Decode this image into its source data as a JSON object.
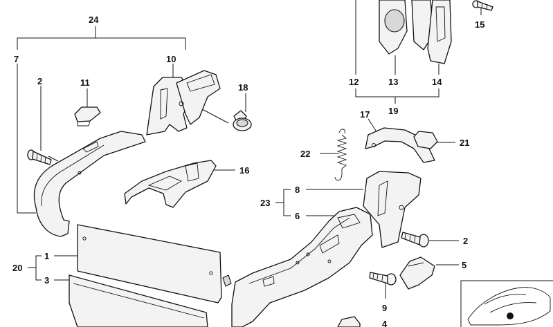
{
  "labels": {
    "l24": "24",
    "l7": "7",
    "l10": "10",
    "l2a": "2",
    "l11": "11",
    "l18": "18",
    "l15": "15",
    "l12": "12",
    "l13": "13",
    "l14": "14",
    "l19": "19",
    "l17": "17",
    "l21": "21",
    "l22": "22",
    "l16": "16",
    "l8": "8",
    "l23": "23",
    "l6": "6",
    "l2b": "2",
    "l1": "1",
    "l20": "20",
    "l3": "3",
    "l5": "5",
    "l9": "9",
    "l4": "4"
  }
}
